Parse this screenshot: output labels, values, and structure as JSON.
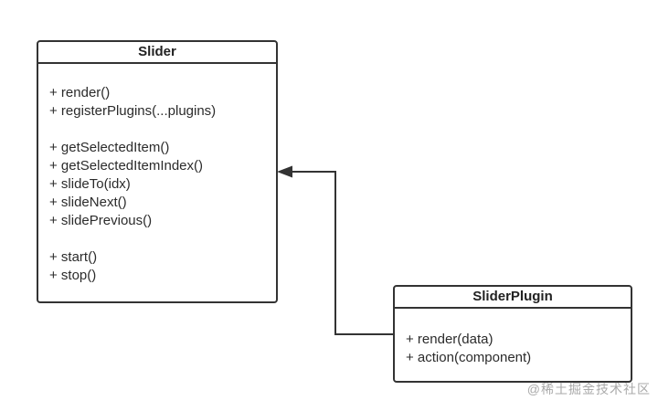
{
  "slider": {
    "title": "Slider",
    "methods": [
      "+ render()",
      "+ registerPlugins(...plugins)",
      "",
      "+ getSelectedItem()",
      "+ getSelectedItemIndex()",
      "+ slideTo(idx)",
      "+ slideNext()",
      "+ slidePrevious()",
      "",
      "+ start()",
      "+ stop()"
    ]
  },
  "plugin": {
    "title": "SliderPlugin",
    "methods": [
      "+ render(data)",
      "+ action(component)"
    ]
  },
  "relationship": {
    "from": "SliderPlugin",
    "to": "Slider",
    "type": "directed association (solid arrowhead pointing at Slider)"
  },
  "watermark": "@稀土掘金技术社区",
  "colors": {
    "line": "#333333",
    "text": "#2b2b2b",
    "box_fill": "#ffffff",
    "background": "#ffffff",
    "watermark": "#a9a9a9"
  }
}
